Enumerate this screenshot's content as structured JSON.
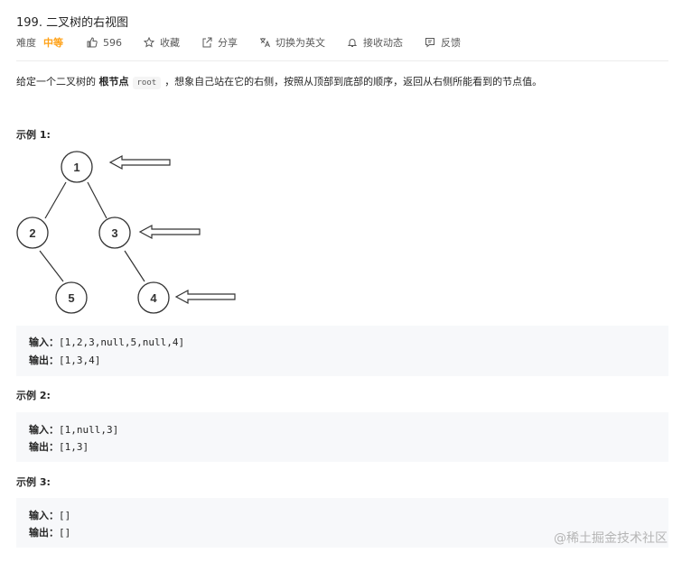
{
  "problem": {
    "title": "199. 二叉树的右视图",
    "difficulty_label": "难度",
    "difficulty_value": "中等",
    "likes": "596",
    "collect": "收藏",
    "share": "分享",
    "switch_lang": "切换为英文",
    "notify": "接收动态",
    "feedback": "反馈"
  },
  "description": {
    "before": "给定一个二叉树的 ",
    "bold": "根节点",
    "code": "root",
    "after": "，想象自己站在它的右侧，按照从顶部到底部的顺序，返回从右侧所能看到的节点值。"
  },
  "examples": [
    {
      "heading": "示例 1:",
      "input_label": "输入：",
      "input": "[1,2,3,null,5,null,4]",
      "output_label": "输出：",
      "output": "[1,3,4]"
    },
    {
      "heading": "示例 2:",
      "input_label": "输入：",
      "input": "[1,null,3]",
      "output_label": "输出：",
      "output": "[1,3]"
    },
    {
      "heading": "示例 3:",
      "input_label": "输入：",
      "input": "[]",
      "output_label": "输出：",
      "output": "[]"
    }
  ],
  "tree_nodes": [
    "1",
    "2",
    "3",
    "5",
    "4"
  ],
  "watermark": "@稀土掘金技术社区",
  "colors": {
    "accent": "#ffa116",
    "code_bg": "#f7f8fa"
  }
}
